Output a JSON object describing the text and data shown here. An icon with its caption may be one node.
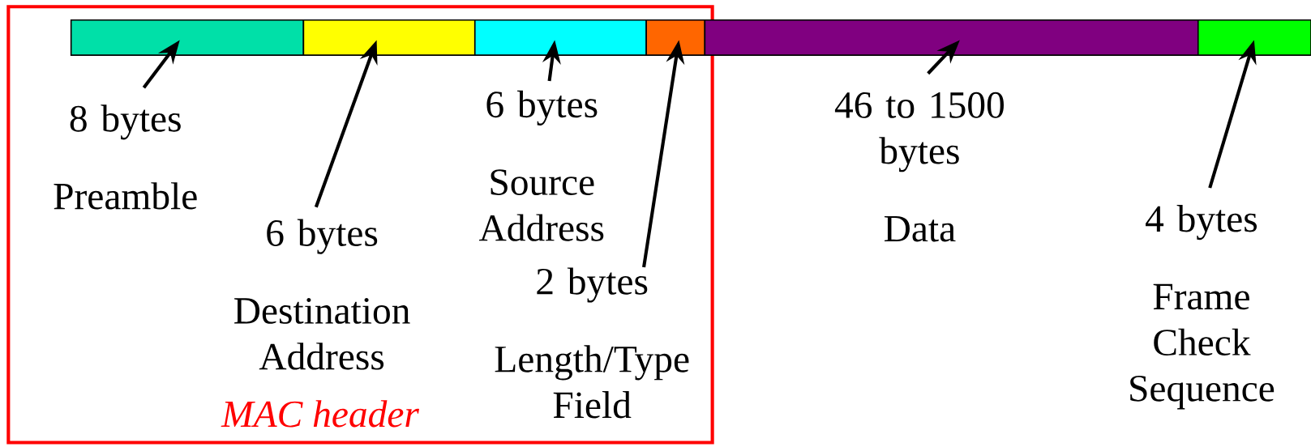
{
  "diagram": {
    "nodes": [
      {
        "text": [
          "MAC header"
        ]
      },
      {
        "text": [],
        "shape": "bar",
        "in": 0
      },
      {
        "text": [],
        "shape": "bar",
        "in": 0
      },
      {
        "text": [],
        "shape": "bar",
        "in": 0
      },
      {
        "text": [],
        "shape": "bar",
        "in": 0
      },
      {
        "text": [],
        "shape": "bar"
      },
      {
        "text": [],
        "shape": "bar"
      },
      {
        "text": [
          "8 bytes",
          "Preamble"
        ],
        "in": 0
      },
      {
        "text": [
          "6 bytes",
          "Destination Address"
        ],
        "in": 0
      },
      {
        "text": [
          "6 bytes",
          "Source Address"
        ],
        "in": 0
      },
      {
        "text": [
          "2 bytes",
          "Length/Type Field"
        ],
        "in": 0
      },
      {
        "text": [
          "46 to 1500 bytes",
          "Data"
        ]
      },
      {
        "text": [
          "4 bytes",
          "Frame Check Sequence"
        ]
      }
    ],
    "edges": [
      {
        "from": 7,
        "to": 1,
        "arrow": "to"
      },
      {
        "from": 8,
        "to": 2,
        "arrow": "to"
      },
      {
        "from": 9,
        "to": 3,
        "arrow": "to"
      },
      {
        "from": 10,
        "to": 4,
        "arrow": "to"
      },
      {
        "from": 11,
        "to": 5,
        "arrow": "to"
      },
      {
        "from": 12,
        "to": 6,
        "arrow": "to"
      }
    ]
  }
}
